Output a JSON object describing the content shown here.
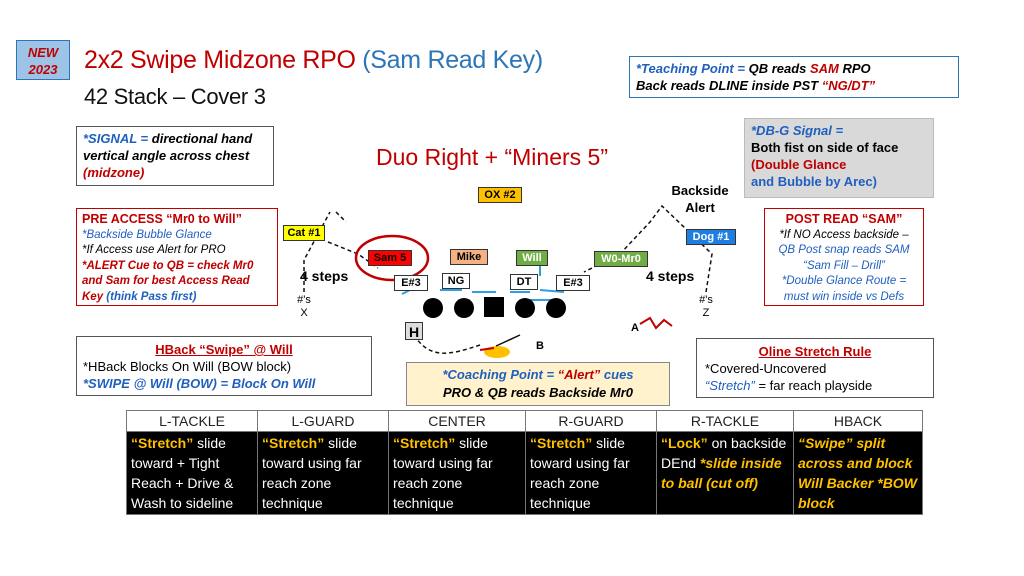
{
  "badge": {
    "line1": "NEW",
    "line2": "2023"
  },
  "title": {
    "part1": "2x2 Swipe Midzone RPO ",
    "part2": "(Sam Read Key)",
    "line2": "42 Stack – Cover 3"
  },
  "teaching_point": {
    "a": "*Teaching Point = ",
    "b": "QB reads ",
    "c": "SAM",
    "d": " RPO",
    "e": "Back reads DLINE inside PST ",
    "f": "“NG/DT”"
  },
  "signal": {
    "a": "*SIGNAL = ",
    "b": "directional hand vertical angle across chest ",
    "c": "(midzone)"
  },
  "play_call": "Duo Right + “Miners 5”",
  "dbg_signal": {
    "a": "*DB-G Signal =",
    "b": "Both fist on side of face ",
    "c": "(Double Glance",
    "d": "and Bubble by Arec)"
  },
  "backside_alert": "Backside Alert",
  "pre_access": {
    "title": "PRE ACCESS “Mr0 to Will”",
    "l1": "*Backside Bubble Glance",
    "l2": "*If Access use Alert for PRO",
    "l3": "*ALERT Cue to QB = check Mr0 and Sam for best Access Read Key ",
    "l4": "(think Pass first)"
  },
  "post_read": {
    "title": "POST READ “SAM”",
    "l1": "*If NO Access backside –",
    "l2": "QB Post snap reads SAM “Sam Fill – Drill”",
    "l3": "*Double Glance Route = must win inside vs Defs"
  },
  "defense": {
    "ox": "OX #2",
    "cat": "Cat #1",
    "dog": "Dog #1",
    "sam": "Sam 5",
    "mike": "Mike",
    "will": "Will",
    "w0": "W0-Mr0",
    "e3l": "E#3",
    "ng": "NG",
    "dt": "DT",
    "e3r": "E#3"
  },
  "steps_left": "4 steps",
  "steps_right": "4 steps",
  "num_x": "#’s",
  "x": "X",
  "num_z": "#’s",
  "z": "Z",
  "h": "H",
  "a": "A",
  "b": "B",
  "hback_swipe": {
    "title": "HBack “Swipe” @ Will",
    "l1": "*HBack Blocks On Will (BOW block)",
    "l2": "*SWIPE @ Will (BOW) = Block On Will"
  },
  "coaching_point": {
    "a": "*Coaching Point = ",
    "b": "“Alert”",
    "c": " cues",
    "d": "PRO & QB reads Backside Mr0"
  },
  "oline": {
    "title": "Oline Stretch Rule",
    "l1": "*Covered-Uncovered",
    "l2a": "“Stretch”",
    "l2b": " = far reach playside"
  },
  "table": {
    "headers": [
      "L-TACKLE",
      "L-GUARD",
      "CENTER",
      "R-GUARD",
      "R-TACKLE",
      "HBACK"
    ],
    "c1": {
      "k": "“Stretch”",
      "t": " slide toward + Tight Reach + Drive & Wash to sideline"
    },
    "c2": {
      "k": "“Stretch”",
      "t": " slide toward using far reach zone technique"
    },
    "c3": {
      "k": "“Stretch”",
      "t": " slide toward using far reach zone technique"
    },
    "c4": {
      "k": "“Stretch”",
      "t": " slide toward using far reach zone technique"
    },
    "c5": {
      "k": "“Lock”",
      "t": " on backside DEnd ",
      "i": "*slide inside to ball (cut off)"
    },
    "c6": {
      "k": "“Swipe” split across and block Will Backer",
      "i": "*BOW block"
    }
  },
  "colors": {
    "red": "#c00000",
    "blue": "#1f5fbf",
    "yellow": "#ffc000",
    "cat_fill": "#ffff00",
    "dog_fill": "#1f7fe0",
    "sam_fill": "#ff0000",
    "mike_fill": "#f4b183",
    "will_fill": "#70ad47",
    "w0_fill": "#70ad47"
  }
}
